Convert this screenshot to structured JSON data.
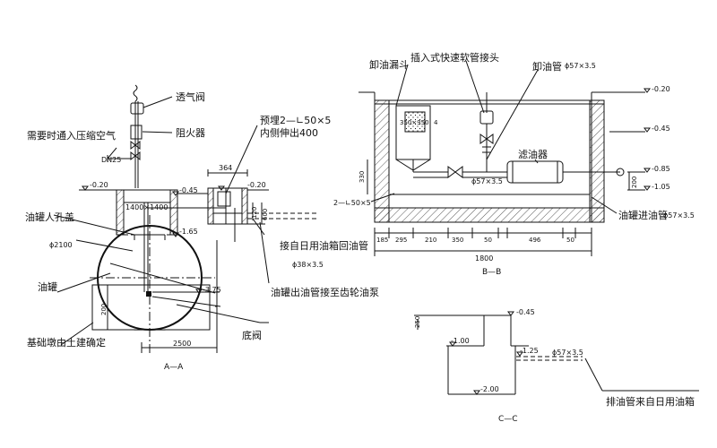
{
  "view_aa": {
    "title": "A—A",
    "labels": {
      "vent_valve": "透气阀",
      "flame_arrester": "阻火器",
      "compressed_air": "需要时通入压缩空气",
      "dn": "DN25",
      "manhole": "油罐人孔盖",
      "diameter": "ϕ2100",
      "tank": "油罐",
      "foundation": "基础墩由土建确定",
      "bottom_valve": "底阀",
      "preembed_1": "预埋2—∟50×5",
      "preembed_2": "内侧伸出400",
      "return_pipe": "接自日用油箱回油管",
      "return_spec": "ϕ38×3.5",
      "outlet_pipe": "油罐出油管接至齿轮油泵"
    },
    "dims": {
      "pit_size": "1400×1400",
      "box_width": "364",
      "box_h1": "120",
      "box_h2": "600",
      "foundation_h": "200",
      "span": "2500"
    },
    "levels": {
      "ground_left": "-0.20",
      "pit_top": "-0.45",
      "pipe": "-1.65",
      "right_ground": "-0.20",
      "bottom": "-3.75"
    }
  },
  "view_bb": {
    "title": "B—B",
    "labels": {
      "funnel": "卸油漏斗",
      "quick_connector": "插入式快速软管接头",
      "unload_pipe": "卸油管",
      "unload_spec": "ϕ57×3.5",
      "filter": "滤油器",
      "angle": "2—∟50×5",
      "inlet_pipe": "油罐进油管",
      "inlet_spec": "ϕ57×3.5",
      "pipe_spec": "ϕ57×3.5"
    },
    "dims": {
      "funnel_size": "350×350",
      "funnel_num": "4",
      "h330": "330",
      "h200": "200",
      "bottom": [
        "185",
        "295",
        "210",
        "350",
        "50",
        "496",
        "50"
      ],
      "total": "1800"
    },
    "levels": {
      "top": "-0.20",
      "l2": "-0.45",
      "l3": "-0.85",
      "l4": "-1.05"
    }
  },
  "view_cc": {
    "title": "C—C",
    "labels": {
      "drain_pipe": "排油管来自日用油箱",
      "spec": "ϕ57×3.5"
    },
    "dims": {
      "h250": "250"
    },
    "levels": {
      "top": "-0.45",
      "left": "-1.00",
      "pipe": "-1.25",
      "bottom": "-2.00"
    }
  }
}
